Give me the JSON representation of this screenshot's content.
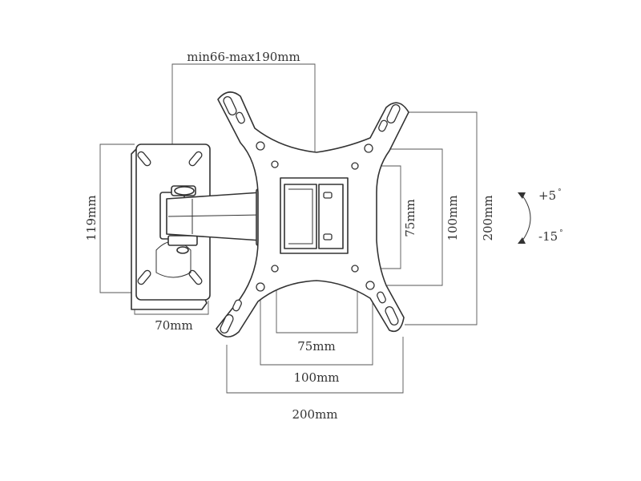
{
  "dimensions": {
    "arm_extension": "min66-max190mm",
    "wall_plate_height": "119mm",
    "wall_plate_width": "70mm",
    "vesa_75_vertical": "75mm",
    "vesa_100_vertical": "100mm",
    "vesa_200_vertical": "200mm",
    "vesa_75_horizontal": "75mm",
    "vesa_100_horizontal": "100mm",
    "vesa_200_horizontal": "200mm"
  },
  "tilt": {
    "up": "+5",
    "down": "-15",
    "degree_symbol": "°"
  }
}
